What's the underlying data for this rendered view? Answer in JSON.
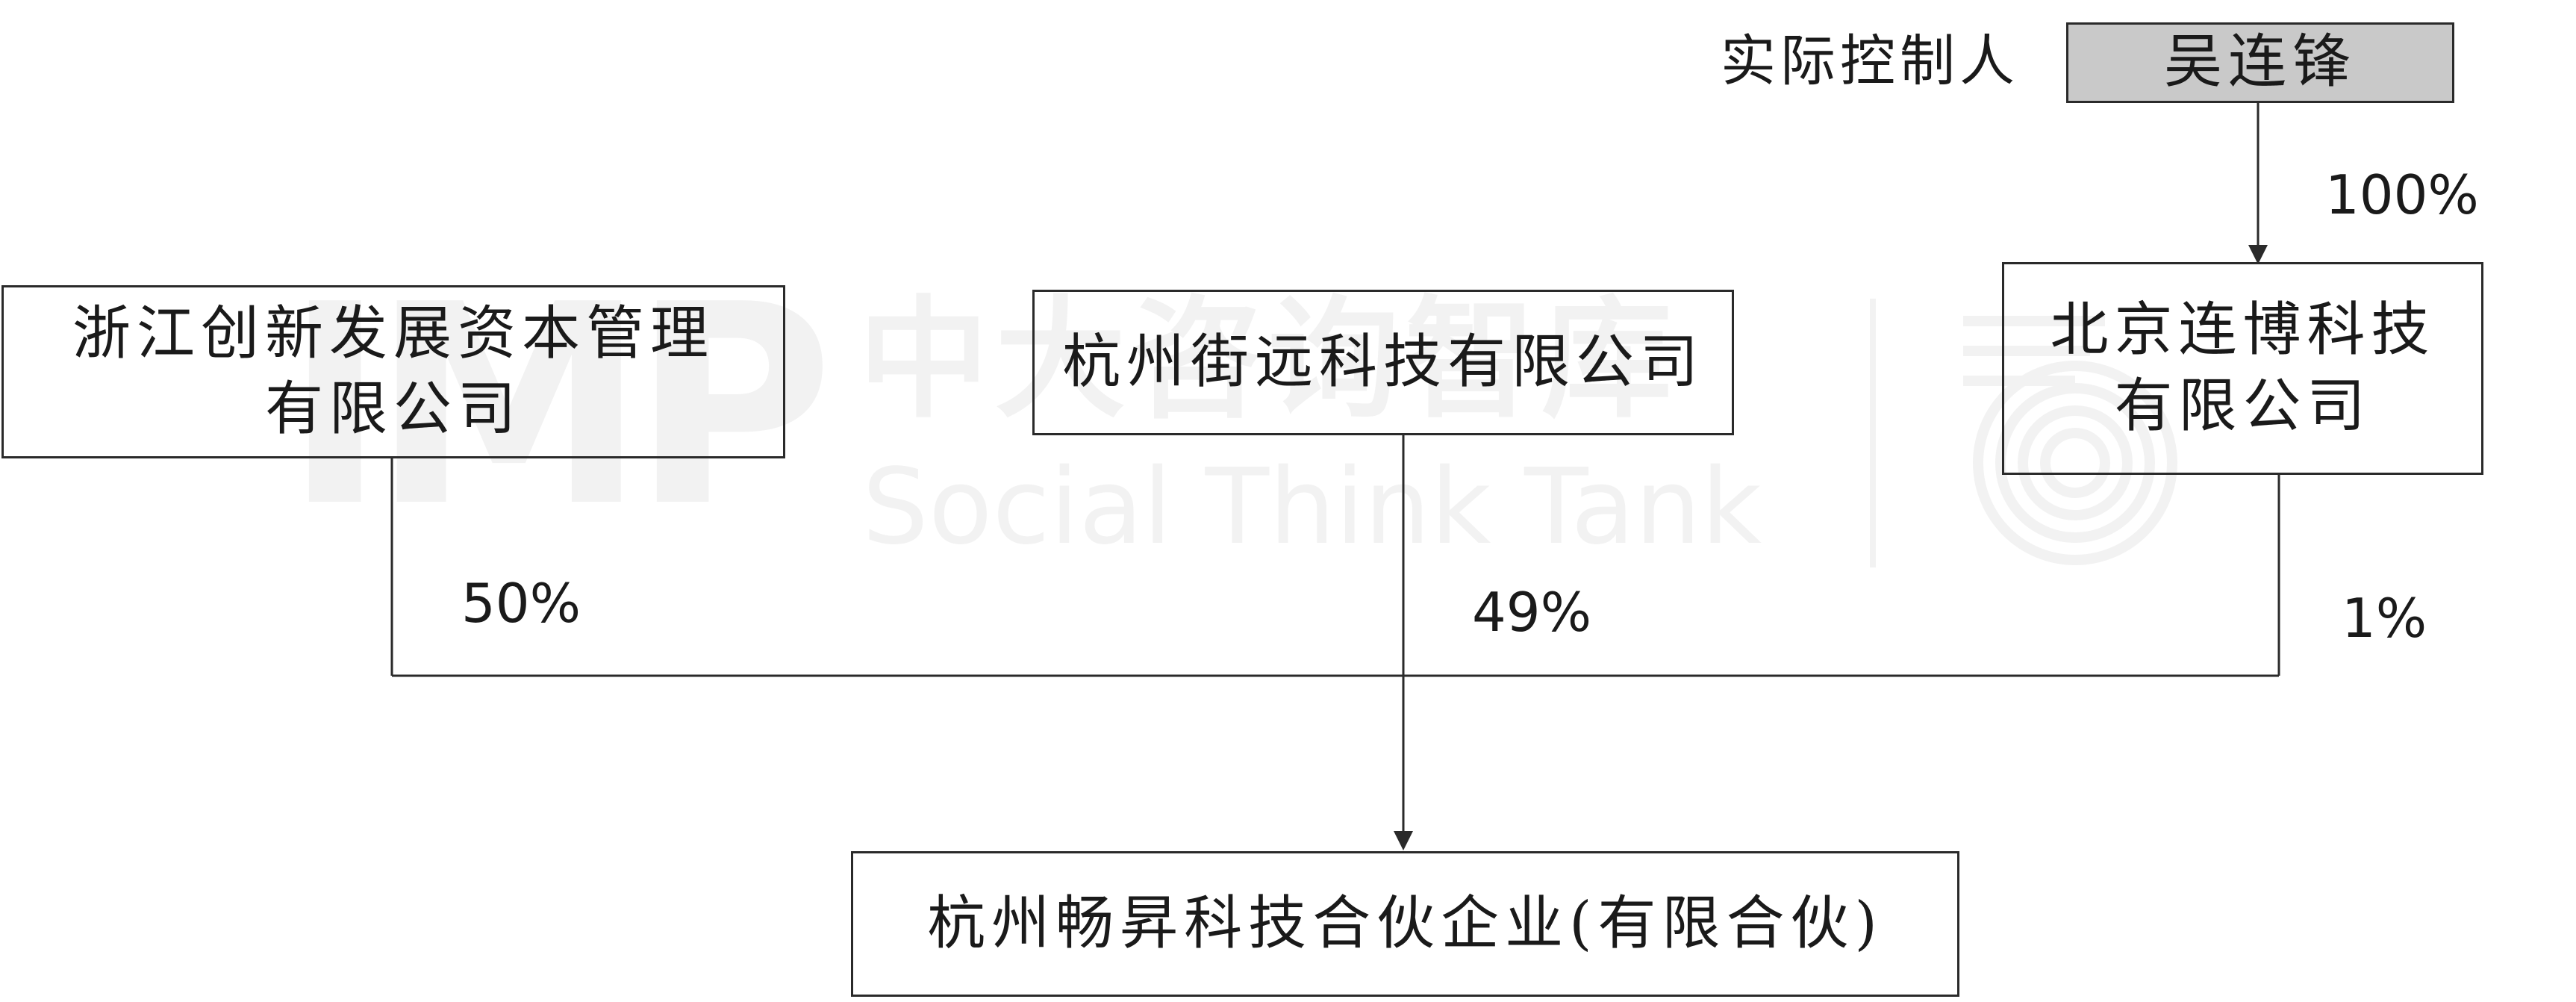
{
  "controller": {
    "label": "实际控制人",
    "name": "吴连锋"
  },
  "entities": {
    "zhejiang": "浙江创新发展资本管理\n有限公司",
    "hangzhou_jieyuan": "杭州街远科技有限公司",
    "beijing_lianbo": "北京连博科技\n有限公司",
    "target": "杭州畅昇科技合伙企业(有限合伙)"
  },
  "shares": {
    "controller_to_beijing": "100%",
    "zhejiang": "50%",
    "hangzhou_jieyuan": "49%",
    "beijing_lianbo": "1%"
  },
  "watermark": {
    "logo": "IMP",
    "cn": "中大咨询智库",
    "en": "Social Think Tank"
  }
}
